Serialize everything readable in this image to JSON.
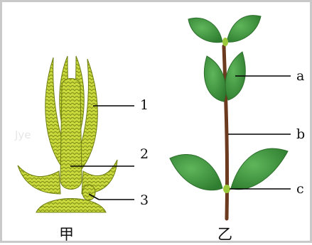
{
  "figure_jia": {
    "caption": "甲",
    "labels": [
      "1",
      "2",
      "3"
    ]
  },
  "figure_yi": {
    "caption": "乙",
    "labels": [
      "a",
      "b",
      "c"
    ]
  },
  "watermark": "Jye",
  "colors": {
    "bud": "#c6d43a",
    "bud_dark": "#7f8f16",
    "leaf": "#3f9a3e",
    "leaf_dark": "#2c6e2b",
    "stem": "#6b3a1f",
    "leader_line": "#000000"
  }
}
